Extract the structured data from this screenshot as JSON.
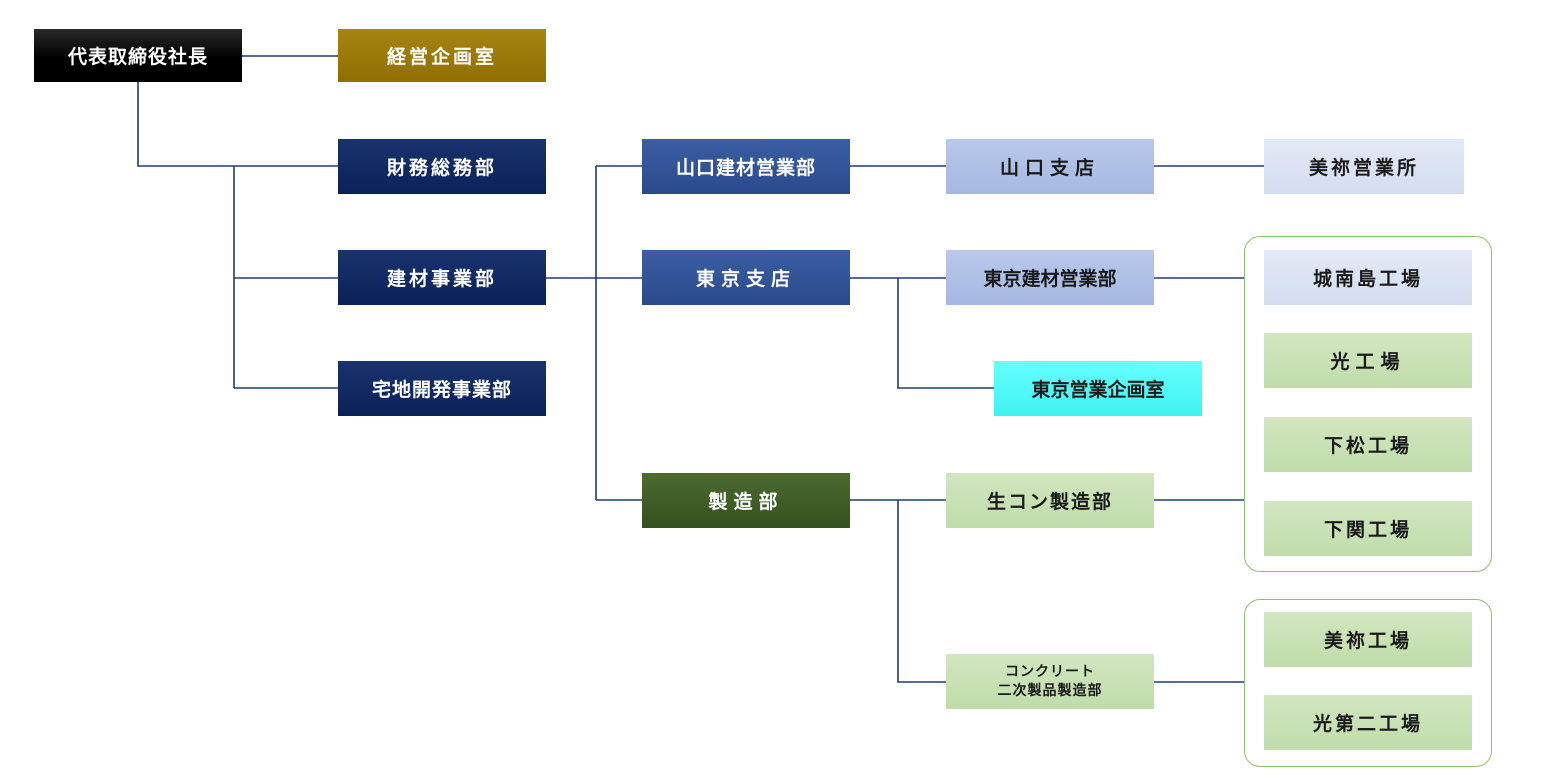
{
  "ceo": "代表取締役社長",
  "corporate_planning": "経営企画室",
  "finance_general_affairs": "財務総務部",
  "building_materials_div": "建材事業部",
  "residential_land_div": "宅地開発事業部",
  "yamaguchi_sales_dept": "山口建材営業部",
  "tokyo_branch": "東京支店",
  "manufacturing_dept": "製造部",
  "yamaguchi_branch": "山口支店",
  "mine_sales_office": "美祢営業所",
  "tokyo_sales_dept": "東京建材営業部",
  "tokyo_planning_office": "東京営業企画室",
  "ready_mix_mfg": "生コン製造部",
  "concrete_secondary_mfg": {
    "line1": "コンクリート",
    "line2": "二次製品製造部"
  },
  "factories_group_1": [
    "城南島工場",
    "光工場",
    "下松工場",
    "下関工場"
  ],
  "factories_group_2": [
    "美祢工場",
    "光第二工場"
  ],
  "colors": {
    "line": "#1f3a73",
    "executive": "#000000",
    "planning": "#997a00",
    "department": "#0b2258",
    "division": "#2f5597",
    "manufacturing": "#375623",
    "branch": "#a9bde4",
    "office": "#dae3f3",
    "tokyo_planning": "#4ff7f7",
    "factory": "#c5e0b4",
    "group_border": "#8fbf72"
  }
}
